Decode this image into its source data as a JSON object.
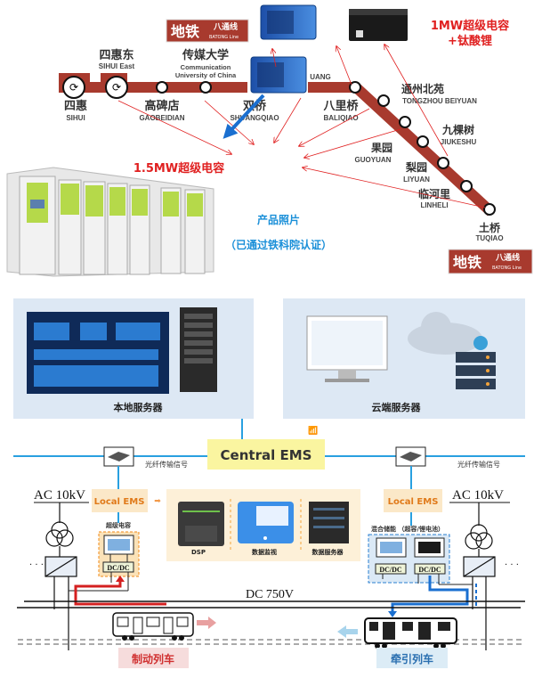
{
  "metro": {
    "sign": {
      "main": "地铁",
      "line_cn": "八通线",
      "line_en": "BATONG Line"
    },
    "stations": [
      {
        "cn": "四惠",
        "en": "SIHUI"
      },
      {
        "cn": "四惠东",
        "en": "SIHUI East"
      },
      {
        "cn": "高碑店",
        "en": "GAOBEIDIAN"
      },
      {
        "cn": "传媒大学",
        "en1": "Communication",
        "en2": "University of China"
      },
      {
        "cn": "双桥",
        "en": "SHUANGQIAO"
      },
      {
        "en": "UANG"
      },
      {
        "cn": "八里桥",
        "en": "BALIQIAO"
      },
      {
        "cn": "通州北苑",
        "en": "TONGZHOU BEIYUAN"
      },
      {
        "cn": "果园",
        "en": "GUOYUAN"
      },
      {
        "cn": "九棵树",
        "en": "JIUKESHU"
      },
      {
        "cn": "梨园",
        "en": "LIYUAN"
      },
      {
        "cn": "临河里",
        "en": "LINHELI"
      },
      {
        "cn": "土桥",
        "en": "TUQIAO"
      }
    ],
    "label_1mw": "1MW超级电容",
    "label_lto": "+钛酸锂",
    "label_15mw": "1.5MW超级电容",
    "photo_caption": "产品照片",
    "photo_cert": "（已通过铁科院认证）",
    "colors": {
      "line": "#a83a2e",
      "arrow_red": "#e02020",
      "arrow_blue": "#1a6fd0",
      "caption": "#1a8fd8"
    }
  },
  "servers": {
    "local": "本地服务器",
    "cloud": "云端服务器"
  },
  "system": {
    "central_ems": "Central EMS",
    "fiber_left": "光纤传输信号",
    "fiber_right": "光纤传输信号",
    "local_ems_left": "Local EMS",
    "local_ems_right": "Local EMS",
    "ac_left": "AC 10kV",
    "ac_right": "AC 10kV",
    "supercap": "超级电容",
    "hybrid": "混合储能 （超容/锂电池）",
    "dcdc": "DC/DC",
    "dsp": "DSP",
    "monitor": "数据监视",
    "data_server": "数据服务器",
    "dc_bus": "DC 750V",
    "braking_train": "制动列车",
    "traction_train": "牵引列车",
    "ellipsis": "· · ·"
  }
}
